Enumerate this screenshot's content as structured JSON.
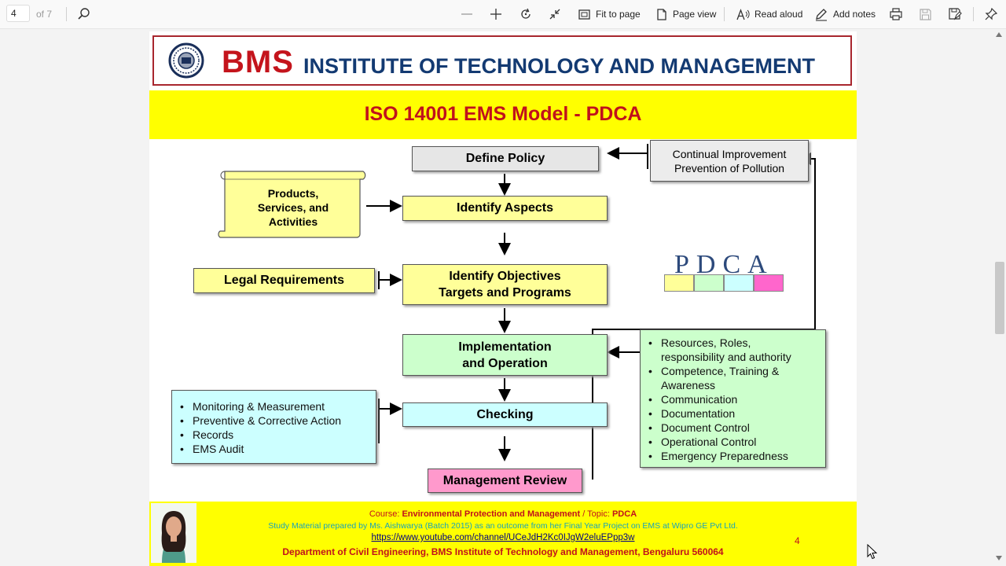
{
  "toolbar": {
    "page_current": "4",
    "page_total": "of 7",
    "fit_to_page": "Fit to page",
    "page_view": "Page view",
    "read_aloud": "Read aloud",
    "add_notes": "Add notes"
  },
  "slide": {
    "institute_abbr": "BMS",
    "institute_name": "INSTITUTE OF TECHNOLOGY AND MANAGEMENT",
    "title": "ISO 14001 EMS Model - PDCA",
    "diagram": {
      "define_policy": "Define Policy",
      "continual_1": "Continual Improvement",
      "continual_2": "Prevention of Pollution",
      "products_1": "Products,",
      "products_2": "Services, and",
      "products_3": "Activities",
      "identify_aspects": "Identify Aspects",
      "legal": "Legal Requirements",
      "objectives_1": "Identify Objectives",
      "objectives_2": "Targets and Programs",
      "implementation_1": "Implementation",
      "implementation_2": "and Operation",
      "checking": "Checking",
      "management_review": "Management Review",
      "monitoring_list": [
        "Monitoring & Measurement",
        "Preventive & Corrective Action",
        "Records",
        "EMS Audit"
      ],
      "resources_list": [
        "Resources, Roles,",
        "responsibility and authority",
        "Competence, Training &",
        "Awareness",
        "Communication",
        "Documentation",
        "Document Control",
        "Operational Control",
        "Emergency Preparedness"
      ],
      "pdca_word": "PDCA",
      "pdca_colors": [
        "#ffff99",
        "#ccffcc",
        "#ccffff",
        "#ff66cc"
      ]
    },
    "footer": {
      "course_prefix": "Course: ",
      "course_name": "Environmental Protection and Management",
      "topic_prefix": " / Topic: ",
      "topic_name": "PDCA",
      "study_material": "Study Material prepared by Ms. Aishwarya (Batch 2015) as an outcome from her Final Year Project on EMS at Wipro GE Pvt Ltd.",
      "link": "https://www.youtube.com/channel/UCeJdH2Kc0IJgW2eluEPpp3w",
      "department": "Department of Civil Engineering, BMS Institute of Technology and Management, Bengaluru 560064",
      "page_number": "4"
    }
  }
}
